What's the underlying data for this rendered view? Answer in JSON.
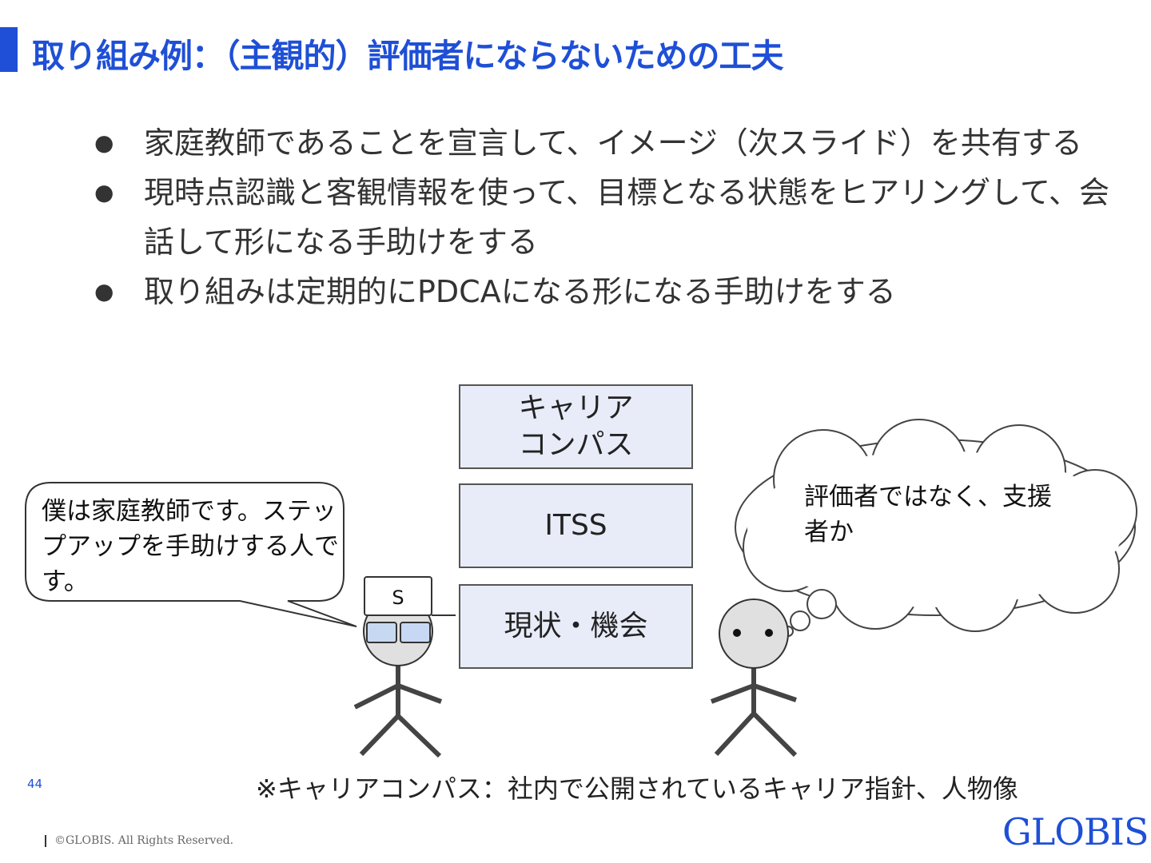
{
  "title": "取り組み例：（主観的）評価者にならないための工夫",
  "bullets": [
    "家庭教師であることを宣言して、イメージ（次スライド）を共有する",
    "現時点認識と客観情報を使って、目標となる状態をヒアリングして、会話して形になる手助けをする",
    "取り組みは定期的にPDCAになる形になる手助けをする"
  ],
  "bullet_symbol": "●",
  "diagram": {
    "stack": [
      "キャリア\nコンパス",
      "ITSS",
      "現状・機会"
    ],
    "speech_bubble": "僕は家庭教師です。ステップアップを手助けする人です。",
    "cap_label": "S",
    "thought_bubble": "評価者ではなく、支援者か"
  },
  "footnote": "※キャリアコンパス：社内で公開されているキャリア指針、人物像",
  "page_number": "44",
  "copyright": "©GLOBIS. All Rights Reserved.",
  "logo": "GLOBIS",
  "colors": {
    "accent": "#1e4fd6",
    "box_fill": "#e8ecf8",
    "glasses": "#c7d8f3",
    "head": "#e0e0e0"
  }
}
